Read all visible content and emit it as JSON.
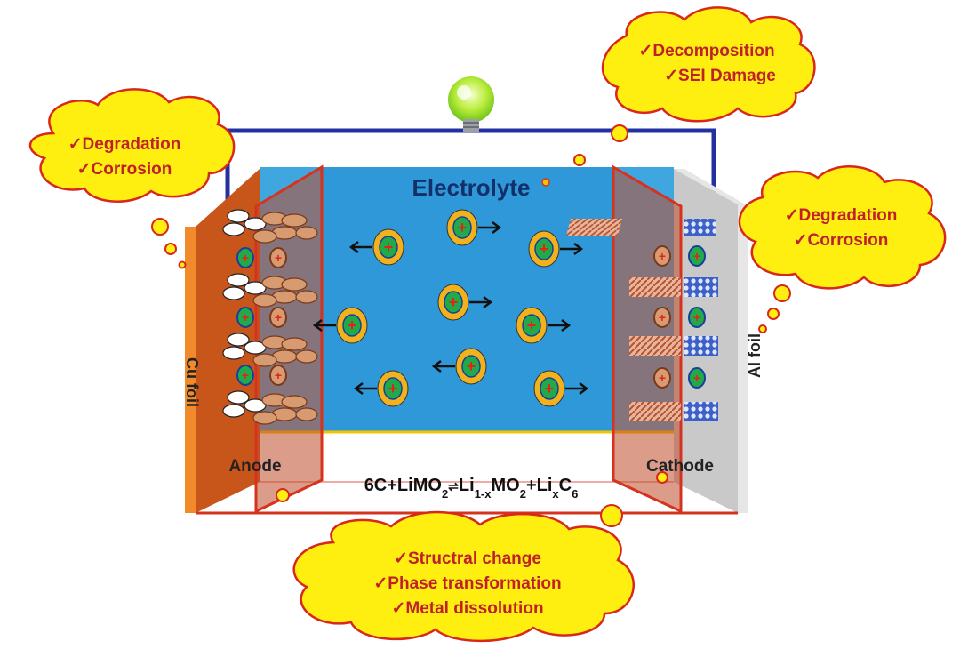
{
  "colors": {
    "electrolyte": "#3fa6e0",
    "electrolyte_dark": "#1e86c8",
    "cu_foil": "#e0701f",
    "cu_foil_dark": "#b5501a",
    "al_foil": "#c9c9c9",
    "cloud_fill": "#ffef10",
    "cloud_stroke": "#d8281c",
    "wire": "#2430a0",
    "outline": "#d6331f",
    "ion_ring": "#f2b21e",
    "ion_core": "#22aa4a",
    "plus": "#e2231a",
    "text_red": "#c0202a"
  },
  "labels": {
    "electrolyte": "Electrolyte",
    "anode": "Anode",
    "cathode": "Cathode",
    "cu_foil": "Cu   foil",
    "al_foil": "Al   foil",
    "reaction": {
      "part1": "6C+LiMO",
      "sub1": "2",
      "part2": "⇌",
      "part3": "Li",
      "sub2": "1-x",
      "part4": "MO",
      "sub3": "2",
      "part5": "+Li",
      "sub4": "x",
      "part6": "C",
      "sub5": "6"
    }
  },
  "clouds": {
    "top_left": [
      "✓Degradation",
      "✓Corrosion"
    ],
    "top_right": [
      "✓Decomposition",
      "✓SEI Damage"
    ],
    "right": [
      "✓Degradation",
      "✓Corrosion"
    ],
    "bottom": [
      "✓Structral change",
      "✓Phase transformation",
      "✓Metal dissolution"
    ]
  },
  "icons": {
    "bulb": "light-bulb-icon",
    "ion": "lithium-ion-icon",
    "arrow": "arrow-icon"
  }
}
